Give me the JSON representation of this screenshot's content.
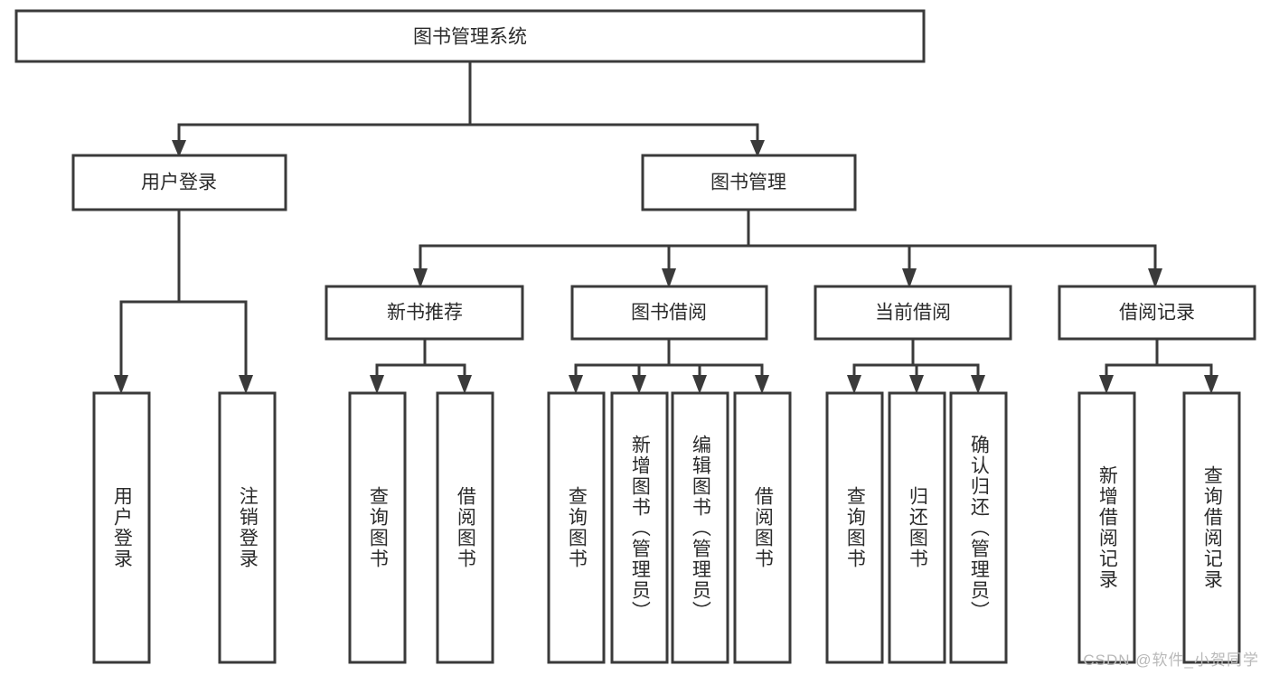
{
  "diagram": {
    "type": "tree",
    "title": "图书管理系统",
    "orientation": "top-down",
    "colors": {
      "stroke": "#3a3a3a",
      "fill": "#ffffff",
      "text": "#2b2b2b",
      "watermark": "#b9b9b9"
    },
    "levels": 4
  },
  "root": {
    "label": "图书管理系统"
  },
  "level2": [
    {
      "label": "用户登录"
    },
    {
      "label": "图书管理"
    }
  ],
  "level3": [
    {
      "label": "新书推荐"
    },
    {
      "label": "图书借阅"
    },
    {
      "label": "当前借阅"
    },
    {
      "label": "借阅记录"
    }
  ],
  "leaves": {
    "user_login": [
      {
        "label": "用户登录"
      },
      {
        "label": "注销登录"
      }
    ],
    "new_book_recommend": [
      {
        "label": "查询图书"
      },
      {
        "label": "借阅图书"
      }
    ],
    "book_borrow": [
      {
        "label": "查询图书"
      },
      {
        "label": "新增图书（管理员）"
      },
      {
        "label": "编辑图书（管理员）"
      },
      {
        "label": "借阅图书"
      }
    ],
    "current_borrow": [
      {
        "label": "查询图书"
      },
      {
        "label": "归还图书"
      },
      {
        "label": "确认归还（管理员）"
      }
    ],
    "borrow_records": [
      {
        "label": "新增借阅记录"
      },
      {
        "label": "查询借阅记录"
      }
    ]
  },
  "watermark": {
    "text": "CSDN @软件_小贺同学"
  }
}
